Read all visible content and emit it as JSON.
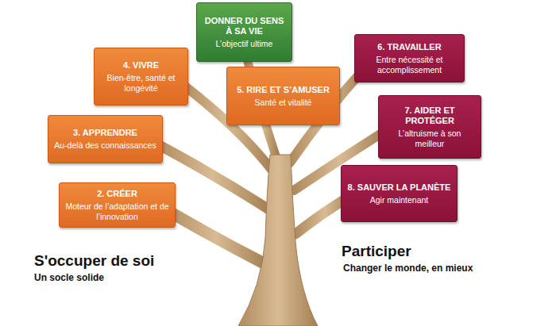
{
  "diagram": {
    "nodes": [
      {
        "text": [
          "DONNER DU SENS À SA VIE",
          "L’objectif ultime"
        ]
      },
      {
        "text": [
          "6. TRAVAILLER",
          "Entre nécessité et accomplissement"
        ]
      },
      {
        "text": [
          "4. VIVRE",
          "Bien-être, santé et longévité"
        ]
      },
      {
        "text": [
          "5. RIRE ET S’AMUSER",
          "Santé et vitalité"
        ]
      },
      {
        "text": [
          "7. AIDER ET PROTÉGER",
          "L’altruisme à son meilleur"
        ]
      },
      {
        "text": [
          "3. APPRENDRE",
          "Au-delà des connaissances"
        ]
      },
      {
        "text": [
          "8. SAUVER LA PLANÈTE",
          "Agir maintenant"
        ]
      },
      {
        "text": [
          "2. CRÉER",
          "Moteur de l’adaptation et de l’innovation"
        ]
      }
    ],
    "labels": [
      "S'occuper de soi",
      "Un socle solide",
      "Participer",
      "Changer le monde, en mieux"
    ]
  }
}
